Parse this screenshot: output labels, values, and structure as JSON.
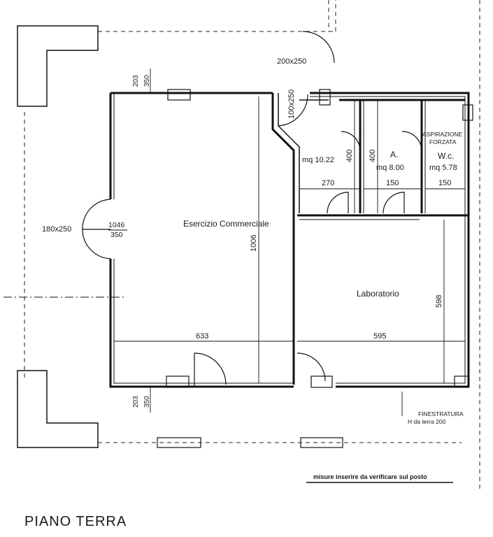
{
  "plan": {
    "title": "PIANO TERRA",
    "note": "misure inserire da verificare sul posto",
    "rooms": {
      "main": "Esercizio Commerciale",
      "lab": "Laboratorio",
      "room1_area": "mq 10.22",
      "room2_name": "A.",
      "room2_area": "mq 8.00",
      "wc_name": "W.c.",
      "wc_area": "mq 5.78",
      "aspiration_1": "ASPIRAZIONE",
      "aspiration_2": "FORZATA"
    },
    "openings": {
      "door_left": "180x250",
      "door_top": "200x250",
      "door_inner": "100x250",
      "window_top_num": "203",
      "window_top_den": "350",
      "window_bottom_num": "203",
      "window_bottom_den": "350",
      "window_left_num": "1046",
      "window_left_den": "350",
      "finestratura_1": "FINESTRATURA",
      "finestratura_2": "H da terra 200"
    },
    "dimensions": {
      "main_width": "633",
      "main_height": "1006",
      "lab_width": "595",
      "lab_height": "598",
      "room1_width": "270",
      "room2_width": "150",
      "wc_width": "150",
      "room1_height": "400",
      "room2_height": "400"
    }
  }
}
